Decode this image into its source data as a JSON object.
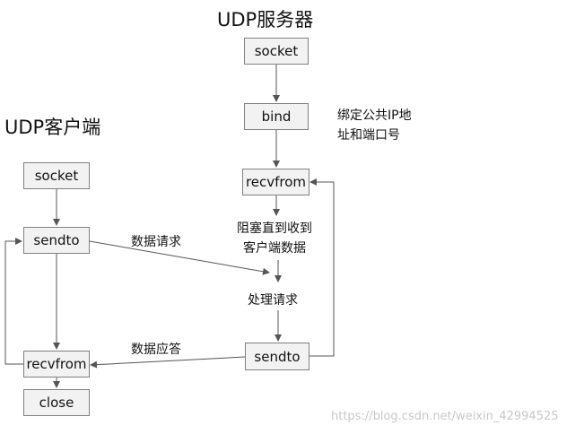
{
  "server": {
    "title": "UDP服务器",
    "socket": "socket",
    "bind": "bind",
    "bind_note": "绑定公共IP地\n址和端口号",
    "recvfrom": "recvfrom",
    "block_note": "阻塞直到收到\n客户端数据",
    "process": "处理请求",
    "sendto": "sendto"
  },
  "client": {
    "title": "UDP客户端",
    "socket": "socket",
    "sendto": "sendto",
    "recvfrom": "recvfrom",
    "close": "close"
  },
  "edges": {
    "request": "数据请求",
    "response": "数据应答"
  },
  "watermark": "https://blog.csdn.net/weixin_42994525",
  "colors": {
    "box_fill": "#f2f2f2",
    "box_border": "#808080",
    "arrow": "#555555"
  }
}
